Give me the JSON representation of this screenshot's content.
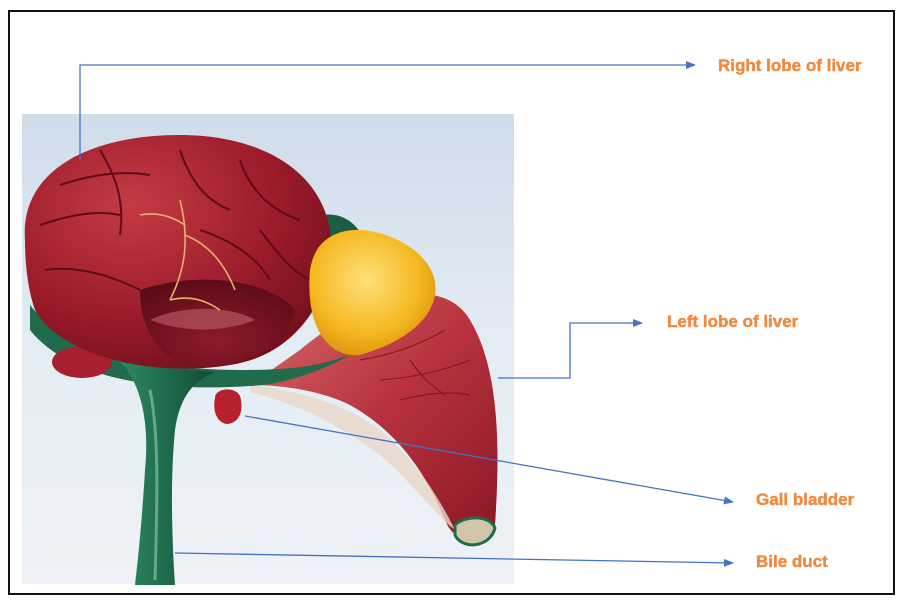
{
  "labels": {
    "right_lobe": "Right lobe of liver",
    "left_lobe": "Left lobe of liver",
    "gall_bladder": "Gall bladder",
    "bile_duct": "Bile duct"
  },
  "colors": {
    "label_text": "#F0883E",
    "leader_line": "#4472C4",
    "liver": "#9B1B2A",
    "liver_vein": "#D9A15A",
    "yellow_lobe": "#F5B922",
    "duct_green": "#1F6B4B",
    "background_panel": "#DCE6F0",
    "frame_border": "#111111"
  }
}
